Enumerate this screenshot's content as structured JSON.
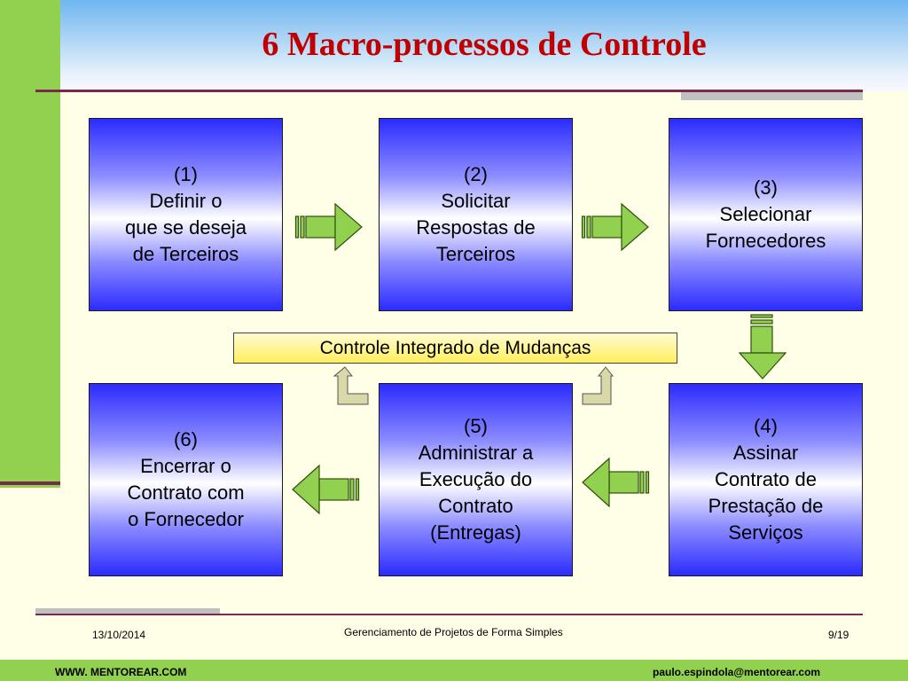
{
  "title": "6 Macro-processos de Controle",
  "boxes": {
    "b1": "(1)\nDefinir o\nque se deseja\nde Terceiros",
    "b2": "(2)\nSolicitar\nRespostas de\nTerceiros",
    "b3": "(3)\nSelecionar\nFornecedores",
    "b4": "(4)\nAssinar\nContrato de\nPrestação de\nServiços",
    "b5": "(5)\nAdministrar a\nExecução do\nContrato\n(Entregas)",
    "b6": "(6)\nEncerrar o\nContrato com\n o Fornecedor"
  },
  "center": "Controle Integrado de Mudanças",
  "footer": {
    "date": "13/10/2014",
    "subject": "Gerenciamento de Projetos de Forma  Simples",
    "page": "9/19",
    "website": "WWW. MENTOREAR.COM",
    "email": "paulo.espindola@mentorear.com"
  },
  "colors": {
    "accent": "#c00000",
    "arrow_fill": "#92d050",
    "side_bar": "#92d050",
    "box_edge": "#2b2bff"
  }
}
